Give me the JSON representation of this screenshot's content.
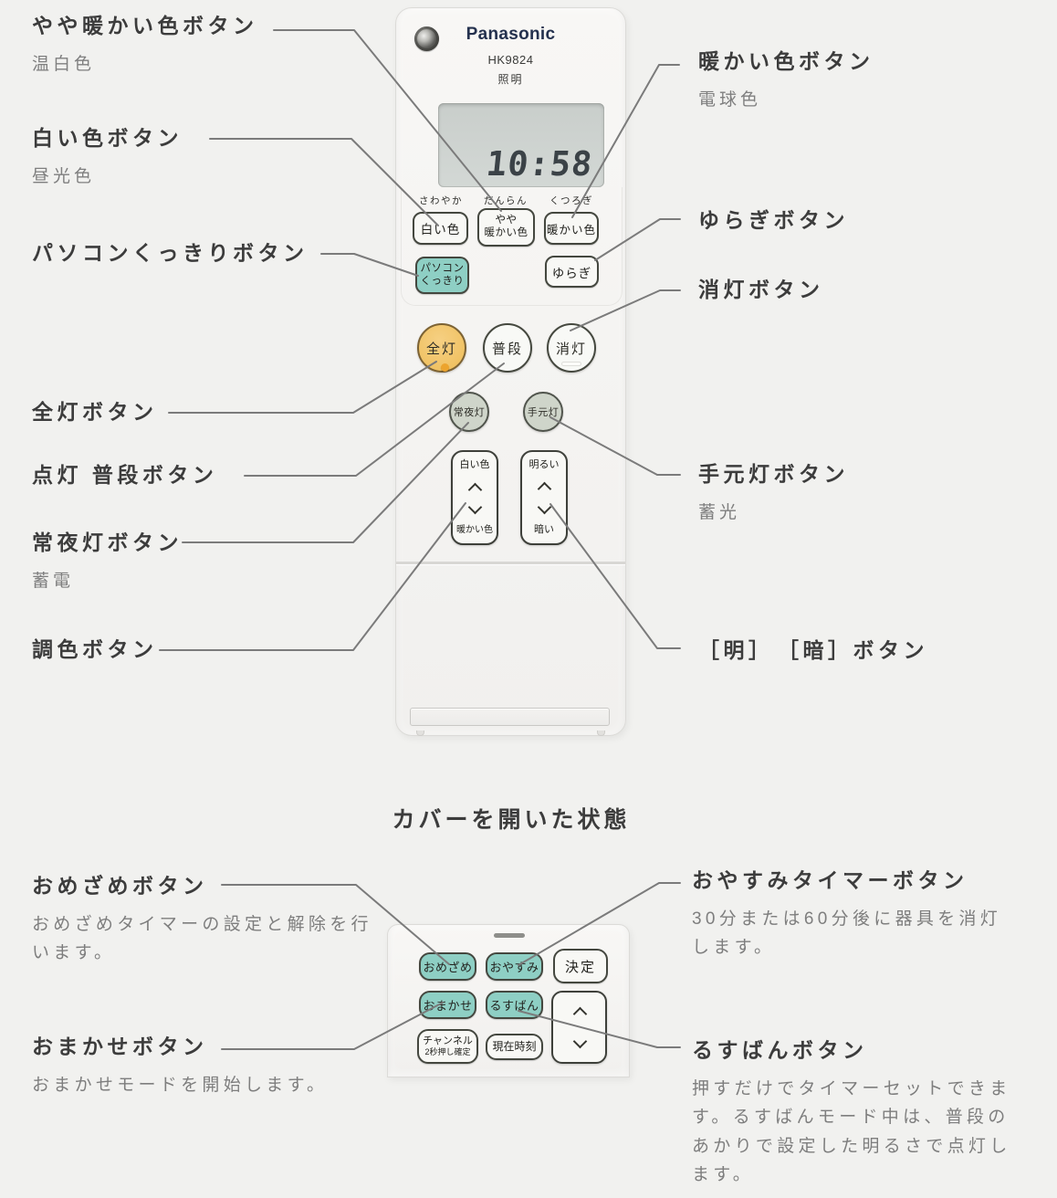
{
  "colors": {
    "teal_button": "#8ecfc4",
    "amber_button": "#eebd58",
    "sage_button": "#cfd5ca",
    "leader_line": "#7b7b7b",
    "lcd": "#ced3d0"
  },
  "remote_top": {
    "brand": "Panasonic",
    "model": "HK9824",
    "category": "照明",
    "display_time": "10:58",
    "scene_labels": [
      "さわやか",
      "だんらん",
      "くつろぎ"
    ],
    "btn_white": "白い色",
    "btn_slightly_warm_line1": "やや",
    "btn_slightly_warm_line2": "暖かい色",
    "btn_warm": "暖かい色",
    "btn_pc_line1": "パソコン",
    "btn_pc_line2": "くっきり",
    "btn_yuragi": "ゆらぎ",
    "btn_all_on": "全灯",
    "btn_normal": "普段",
    "btn_off": "消灯",
    "btn_nightlight": "常夜灯",
    "btn_handlight": "手元灯",
    "rocker_color_top": "白い色",
    "rocker_color_bottom": "暖かい色",
    "rocker_bright_top": "明るい",
    "rocker_bright_bottom": "暗い"
  },
  "section_title": "カバーを開いた状態",
  "remote_bottom": {
    "btn_omezame": "おめざめ",
    "btn_oyasumi": "おやすみ",
    "btn_kettei": "決定",
    "btn_omakase": "おまかせ",
    "btn_rusuban": "るすばん",
    "btn_channel_line1": "チャンネル",
    "btn_channel_line2": "2秒押し確定",
    "btn_current_time": "現在時刻"
  },
  "callouts": {
    "slightly_warm": {
      "title": "やや暖かい色ボタン",
      "sub": "温白色"
    },
    "white": {
      "title": "白い色ボタン",
      "sub": "昼光色"
    },
    "pc": {
      "title": "パソコンくっきりボタン"
    },
    "all_on": {
      "title": "全灯ボタン"
    },
    "normal": {
      "title": "点灯 普段ボタン"
    },
    "nightlight": {
      "title": "常夜灯ボタン",
      "sub": "蓄電"
    },
    "color_tune": {
      "title": "調色ボタン"
    },
    "warm": {
      "title": "暖かい色ボタン",
      "sub": "電球色"
    },
    "yuragi": {
      "title": "ゆらぎボタン"
    },
    "off": {
      "title": "消灯ボタン"
    },
    "handlight": {
      "title": "手元灯ボタン",
      "sub": "蓄光"
    },
    "bright_dark": {
      "title": "［明］　［暗］ボタン"
    },
    "omezame": {
      "title": "おめざめボタン",
      "desc": "おめざめタイマーの設定と解除を行います。"
    },
    "omakase": {
      "title": "おまかせボタン",
      "desc": "おまかせモードを開始します。"
    },
    "oyasumi": {
      "title": "おやすみタイマーボタン",
      "desc": "30分または60分後に器具を消灯します。"
    },
    "rusuban": {
      "title": "るすばんボタン",
      "desc": "押すだけでタイマーセットできます。るすばんモード中は、普段のあかりで設定した明るさで点灯します。"
    }
  }
}
